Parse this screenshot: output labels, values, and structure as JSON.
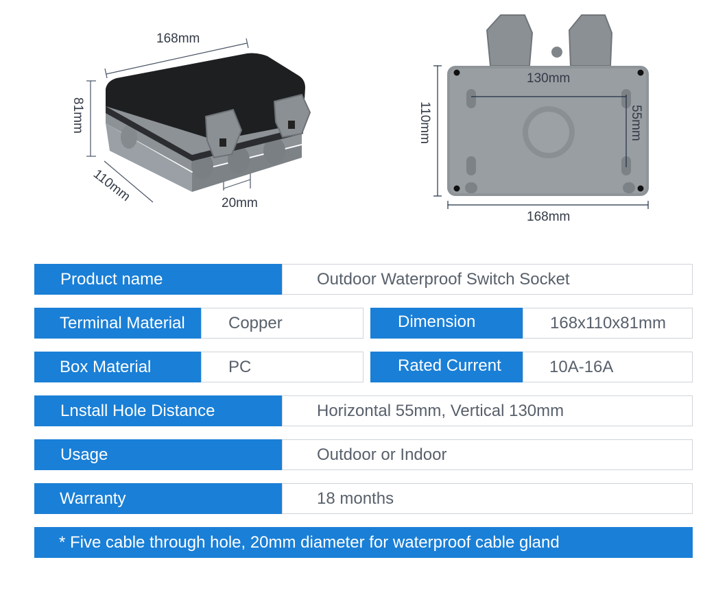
{
  "diagram_left": {
    "length_label": "168mm",
    "height_label": "81mm",
    "depth_label": "110mm",
    "hole_label": "20mm"
  },
  "diagram_right": {
    "vertical_hole_label": "130mm",
    "horizontal_hole_label": "55mm",
    "height_label": "110mm",
    "width_label": "168mm"
  },
  "specs": {
    "product_name": {
      "label": "Product name",
      "value": "Outdoor Waterproof Switch Socket"
    },
    "terminal_material": {
      "label": "Terminal Material",
      "value": "Copper"
    },
    "dimension": {
      "label": "Dimension",
      "value": "168x110x81mm"
    },
    "box_material": {
      "label": "Box Material",
      "value": "PC"
    },
    "rated_current": {
      "label": "Rated Current",
      "value": "10A-16A"
    },
    "install_hole_distance": {
      "label": "Lnstall Hole Distance",
      "value": "Horizontal 55mm, Vertical 130mm"
    },
    "usage": {
      "label": "Usage",
      "value": "Outdoor or Indoor"
    },
    "warranty": {
      "label": "Warranty",
      "value": "18 months"
    }
  },
  "note": "* Five cable through hole, 20mm diameter for waterproof cable gland",
  "colors": {
    "accent": "#1a7fd6",
    "border": "#cfd3d8",
    "value_text": "#58606b"
  }
}
